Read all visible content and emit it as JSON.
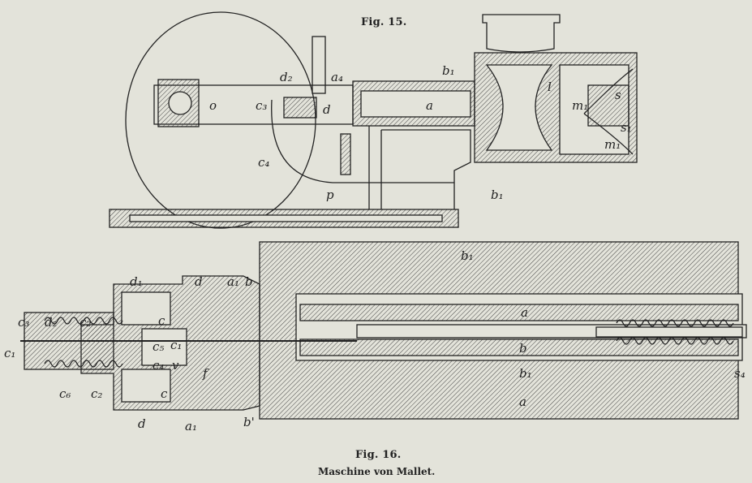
{
  "figure15": {
    "caption": "Fig. 15.",
    "labels": [
      "o",
      "d₂",
      "a₄",
      "c₃",
      "d",
      "b₁",
      "a",
      "l",
      "s",
      "m₁",
      "s₁",
      "m₁",
      "c₄",
      "p",
      "b₁"
    ]
  },
  "figure16": {
    "caption": "Fig. 16.",
    "labels": [
      "b₁",
      "d₁",
      "d",
      "a₁",
      "b",
      "c₃",
      "d₂",
      "c₂",
      "c",
      "c₁",
      "c₅",
      "c₁",
      "c₄",
      "v",
      "f",
      "a",
      "b",
      "b₁",
      "s₄",
      "c₆",
      "c₂",
      "c",
      "d",
      "a₁",
      "b'",
      "a"
    ]
  },
  "title": "Maschine von Mallet.",
  "colors": {
    "paper": "#e3e3da",
    "ink": "#222222"
  }
}
